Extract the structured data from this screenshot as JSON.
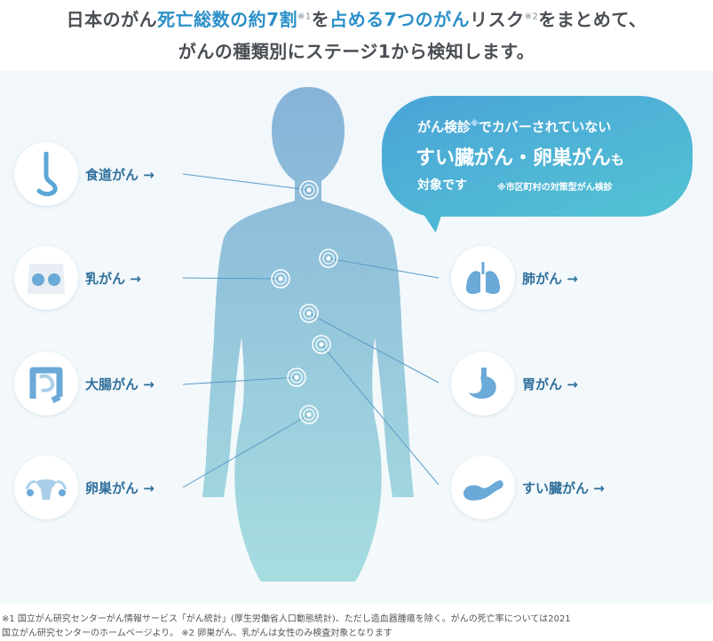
{
  "headline": {
    "line1_part1": "日本のがん",
    "line1_highlight1": "死亡総数の約7割",
    "line1_note1": "※1",
    "line1_part2": "を",
    "line1_highlight2": "占める7つのがん",
    "line1_part3": "リスク",
    "line1_note2": "※2",
    "line1_part4": "をまとめて、",
    "line2": "がんの種類別にステージ1から検知します。"
  },
  "bubble": {
    "line1": "がん検診",
    "line1_note": "※",
    "line1_rest": "でカバーされていない",
    "line2": "すい臓がん・卵巣がん",
    "line2_suffix": "も",
    "line3": "対象です",
    "line3_note": "※市区町村の対策型がん検診"
  },
  "organs": {
    "esophagus": "食道がん →",
    "breast": "乳がん →",
    "colon": "大腸がん →",
    "ovary": "卵巣がん →",
    "lung": "肺がん →",
    "stomach": "胃がん →",
    "pancreas": "すい臓がん →"
  },
  "footnotes": {
    "line1": "※1 国立がん研究センターがん情報サービス「がん統計」(厚生労働省人口動態統計)、ただし造血器腫瘍を除く。がんの死亡率については2021",
    "line2": "国立がん研究センターのホームページより。 ※2 卵巣がん、乳がんは女性のみ検査対象となります"
  },
  "colors": {
    "accent": "#2a8fc9",
    "label": "#2f6f9c",
    "body_top": "#86b3d8",
    "body_bottom": "#a6dde0"
  }
}
